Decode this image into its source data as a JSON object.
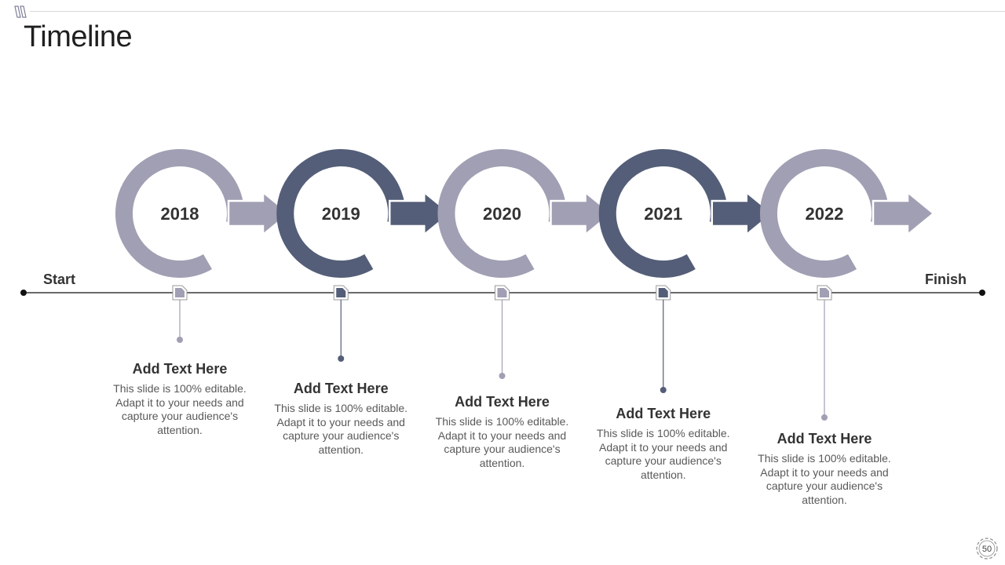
{
  "slide": {
    "title": "Timeline",
    "start_label": "Start",
    "finish_label": "Finish",
    "page_number": "50"
  },
  "colors": {
    "light": "#a09fb3",
    "dark": "#545e78",
    "axis": "#111111"
  },
  "milestones": [
    {
      "year": "2018",
      "tone": "light",
      "heading": "Add Text Here",
      "body": "This slide is 100% editable. Adapt it to your needs and capture your audience's attention."
    },
    {
      "year": "2019",
      "tone": "dark",
      "heading": "Add Text Here",
      "body": "This slide is 100% editable. Adapt it to your needs and capture your audience's attention."
    },
    {
      "year": "2020",
      "tone": "light",
      "heading": "Add Text Here",
      "body": "This slide is 100% editable. Adapt it to your needs and capture your audience's attention."
    },
    {
      "year": "2021",
      "tone": "dark",
      "heading": "Add Text Here",
      "body": "This slide is 100% editable. Adapt it to your needs and capture your audience's attention."
    },
    {
      "year": "2022",
      "tone": "light",
      "heading": "Add Text Here",
      "body": "This slide is 100% editable. Adapt it to your needs and capture your audience's attention."
    }
  ]
}
